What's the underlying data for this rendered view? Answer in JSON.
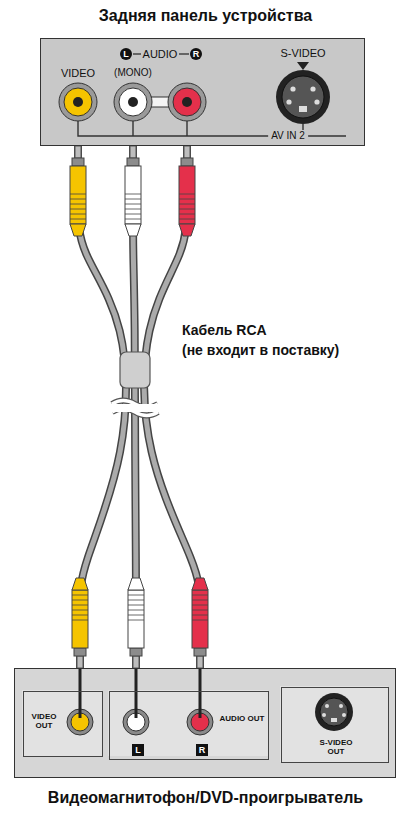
{
  "diagram": {
    "nodes": [
      {
        "text": [
          "Задняя панель устройства"
        ]
      },
      {
        "text": [
          "Видеомагнитофон/DVD-проигрыватель"
        ]
      },
      {
        "text": [
          "VIDEO OUT"
        ],
        "in": 1
      },
      {
        "text": [
          "L",
          "R",
          "AUDIO OUT"
        ],
        "in": 1
      },
      {
        "text": [
          "S-VIDEO OUT"
        ],
        "in": 1
      }
    ],
    "edges": [
      {
        "from": 2,
        "to": 0,
        "arrow": "none"
      },
      {
        "from": 3,
        "to": 0,
        "arrow": "none"
      },
      {
        "from": 3,
        "to": 0,
        "arrow": "none"
      }
    ],
    "labels": [
      "L",
      "AUDIO",
      "R",
      "VIDEO",
      "(MONO)",
      "S-VIDEO",
      "AV IN 2",
      "Кабель RCA",
      "(не входит в поставку)"
    ]
  }
}
